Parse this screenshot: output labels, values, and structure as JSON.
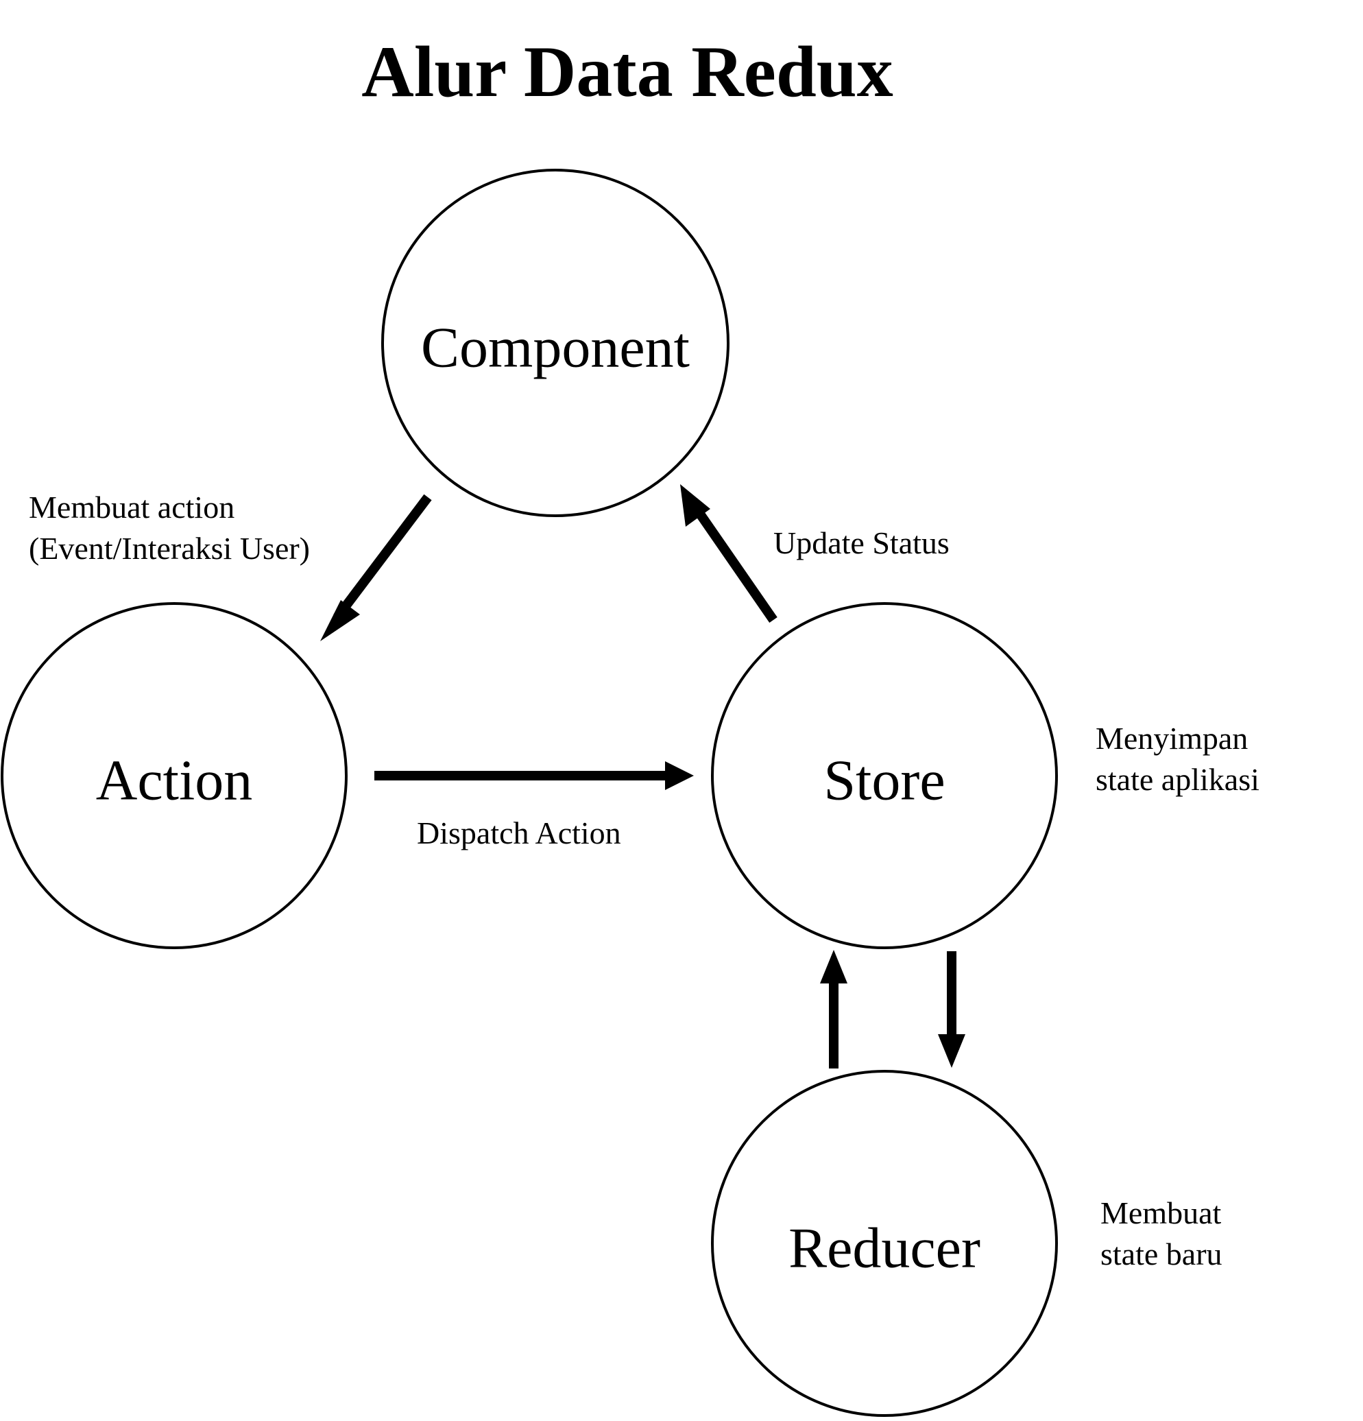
{
  "title": "Alur Data Redux",
  "nodes": {
    "component": "Component",
    "action": "Action",
    "store": "Store",
    "reducer": "Reducer"
  },
  "labels": {
    "create_action_line1": "Membuat action",
    "create_action_line2": "(Event/Interaksi User)",
    "update_status": "Update Status",
    "dispatch_action": "Dispatch Action",
    "store_note_line1": "Menyimpan",
    "store_note_line2": "state aplikasi",
    "reducer_note_line1": "Membuat",
    "reducer_note_line2": "state baru"
  },
  "edges": [
    {
      "from": "component",
      "to": "action"
    },
    {
      "from": "action",
      "to": "store"
    },
    {
      "from": "store",
      "to": "component"
    },
    {
      "from": "store",
      "to": "reducer"
    },
    {
      "from": "reducer",
      "to": "store"
    }
  ],
  "colors": {
    "stroke": "#000000",
    "background": "#ffffff"
  }
}
